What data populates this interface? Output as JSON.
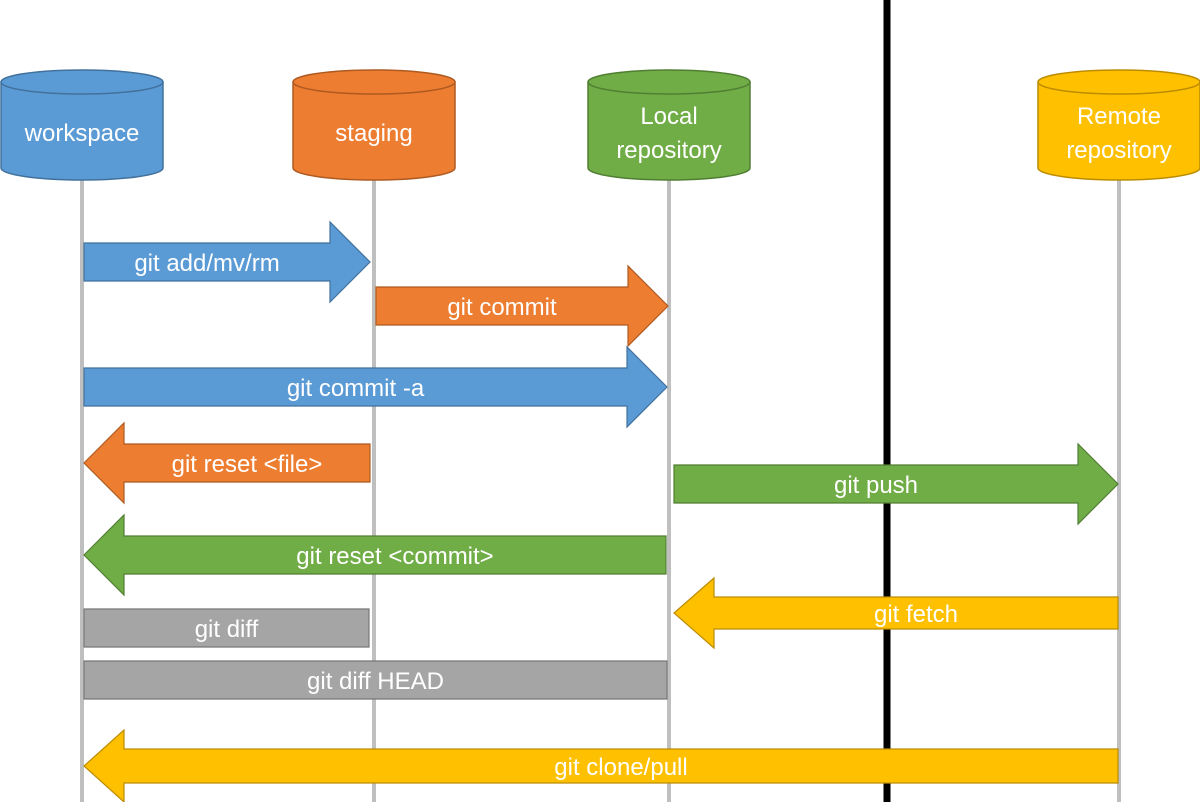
{
  "colors": {
    "blue": "#5B9BD5",
    "blue_edge": "#41719C",
    "orange": "#ED7D31",
    "orange_edge": "#AE5A21",
    "green": "#70AD47",
    "green_edge": "#507E32",
    "gold": "#FFC000",
    "gold_edge": "#BC8C00",
    "gray": "#A5A5A5",
    "gray_edge": "#787878",
    "lifeline": "#BFBFBF",
    "divider": "#000000"
  },
  "stores": [
    {
      "id": "workspace",
      "lines": [
        "workspace"
      ],
      "color": "blue"
    },
    {
      "id": "staging",
      "lines": [
        "staging"
      ],
      "color": "orange"
    },
    {
      "id": "local-repository",
      "lines": [
        "Local",
        "repository"
      ],
      "color": "green"
    },
    {
      "id": "remote-repository",
      "lines": [
        "Remote",
        "repository"
      ],
      "color": "gold"
    }
  ],
  "commands": [
    {
      "id": "git-add",
      "label": "git add/mv/rm",
      "from": "workspace",
      "to": "staging",
      "color": "blue",
      "shape": "arrow"
    },
    {
      "id": "git-commit",
      "label": "git commit",
      "from": "staging",
      "to": "local-repository",
      "color": "orange",
      "shape": "arrow"
    },
    {
      "id": "git-commit-a",
      "label": "git commit -a",
      "from": "workspace",
      "to": "local-repository",
      "color": "blue",
      "shape": "arrow"
    },
    {
      "id": "git-reset-file",
      "label": "git reset <file>",
      "from": "staging",
      "to": "workspace",
      "color": "orange",
      "shape": "arrow"
    },
    {
      "id": "git-push",
      "label": "git push",
      "from": "local-repository",
      "to": "remote-repository",
      "color": "green",
      "shape": "arrow"
    },
    {
      "id": "git-reset-commit",
      "label": "git reset <commit>",
      "from": "local-repository",
      "to": "workspace",
      "color": "green",
      "shape": "arrow"
    },
    {
      "id": "git-fetch",
      "label": "git fetch",
      "from": "remote-repository",
      "to": "local-repository",
      "color": "gold",
      "shape": "arrow"
    },
    {
      "id": "git-diff",
      "label": "git diff",
      "from": "workspace",
      "to": "staging",
      "color": "gray",
      "shape": "bar"
    },
    {
      "id": "git-diff-head",
      "label": "git diff HEAD",
      "from": "workspace",
      "to": "local-repository",
      "color": "gray",
      "shape": "bar"
    },
    {
      "id": "git-clone-pull",
      "label": "git clone/pull",
      "from": "remote-repository",
      "to": "workspace",
      "color": "gold",
      "shape": "arrow"
    }
  ]
}
